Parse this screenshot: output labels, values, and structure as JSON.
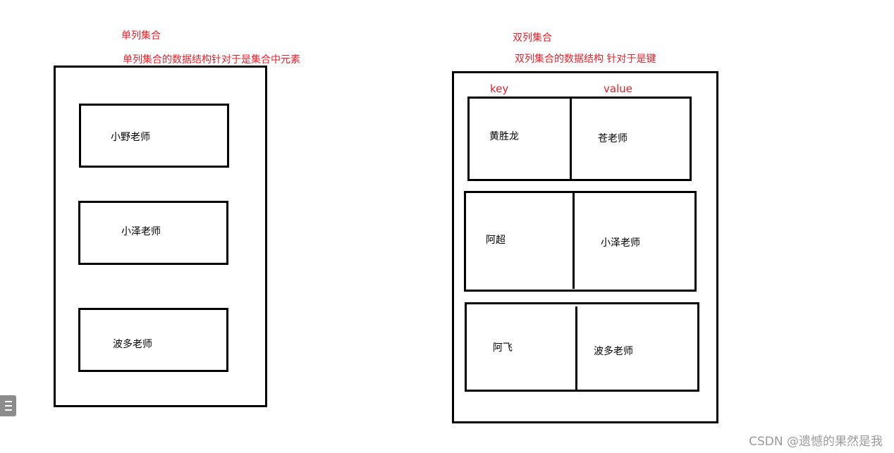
{
  "single": {
    "title": "单列集合",
    "subtitle": "单列集合的数据结构针对于是集合中元素",
    "items": [
      "小野老师",
      "小泽老师",
      "波多老师"
    ]
  },
  "double": {
    "title": "双列集合",
    "subtitle": "双列集合的数据结构 针对于是键",
    "key_header": "key",
    "value_header": "value",
    "rows": [
      {
        "key": "黄胜龙",
        "value": "苍老师"
      },
      {
        "key": "阿超",
        "value": "小泽老师"
      },
      {
        "key": "阿飞",
        "value": "波多老师"
      }
    ]
  },
  "watermark": "CSDN @遗憾的果然是我",
  "colors": {
    "annotation": "#e8202a",
    "stroke": "#000000"
  }
}
